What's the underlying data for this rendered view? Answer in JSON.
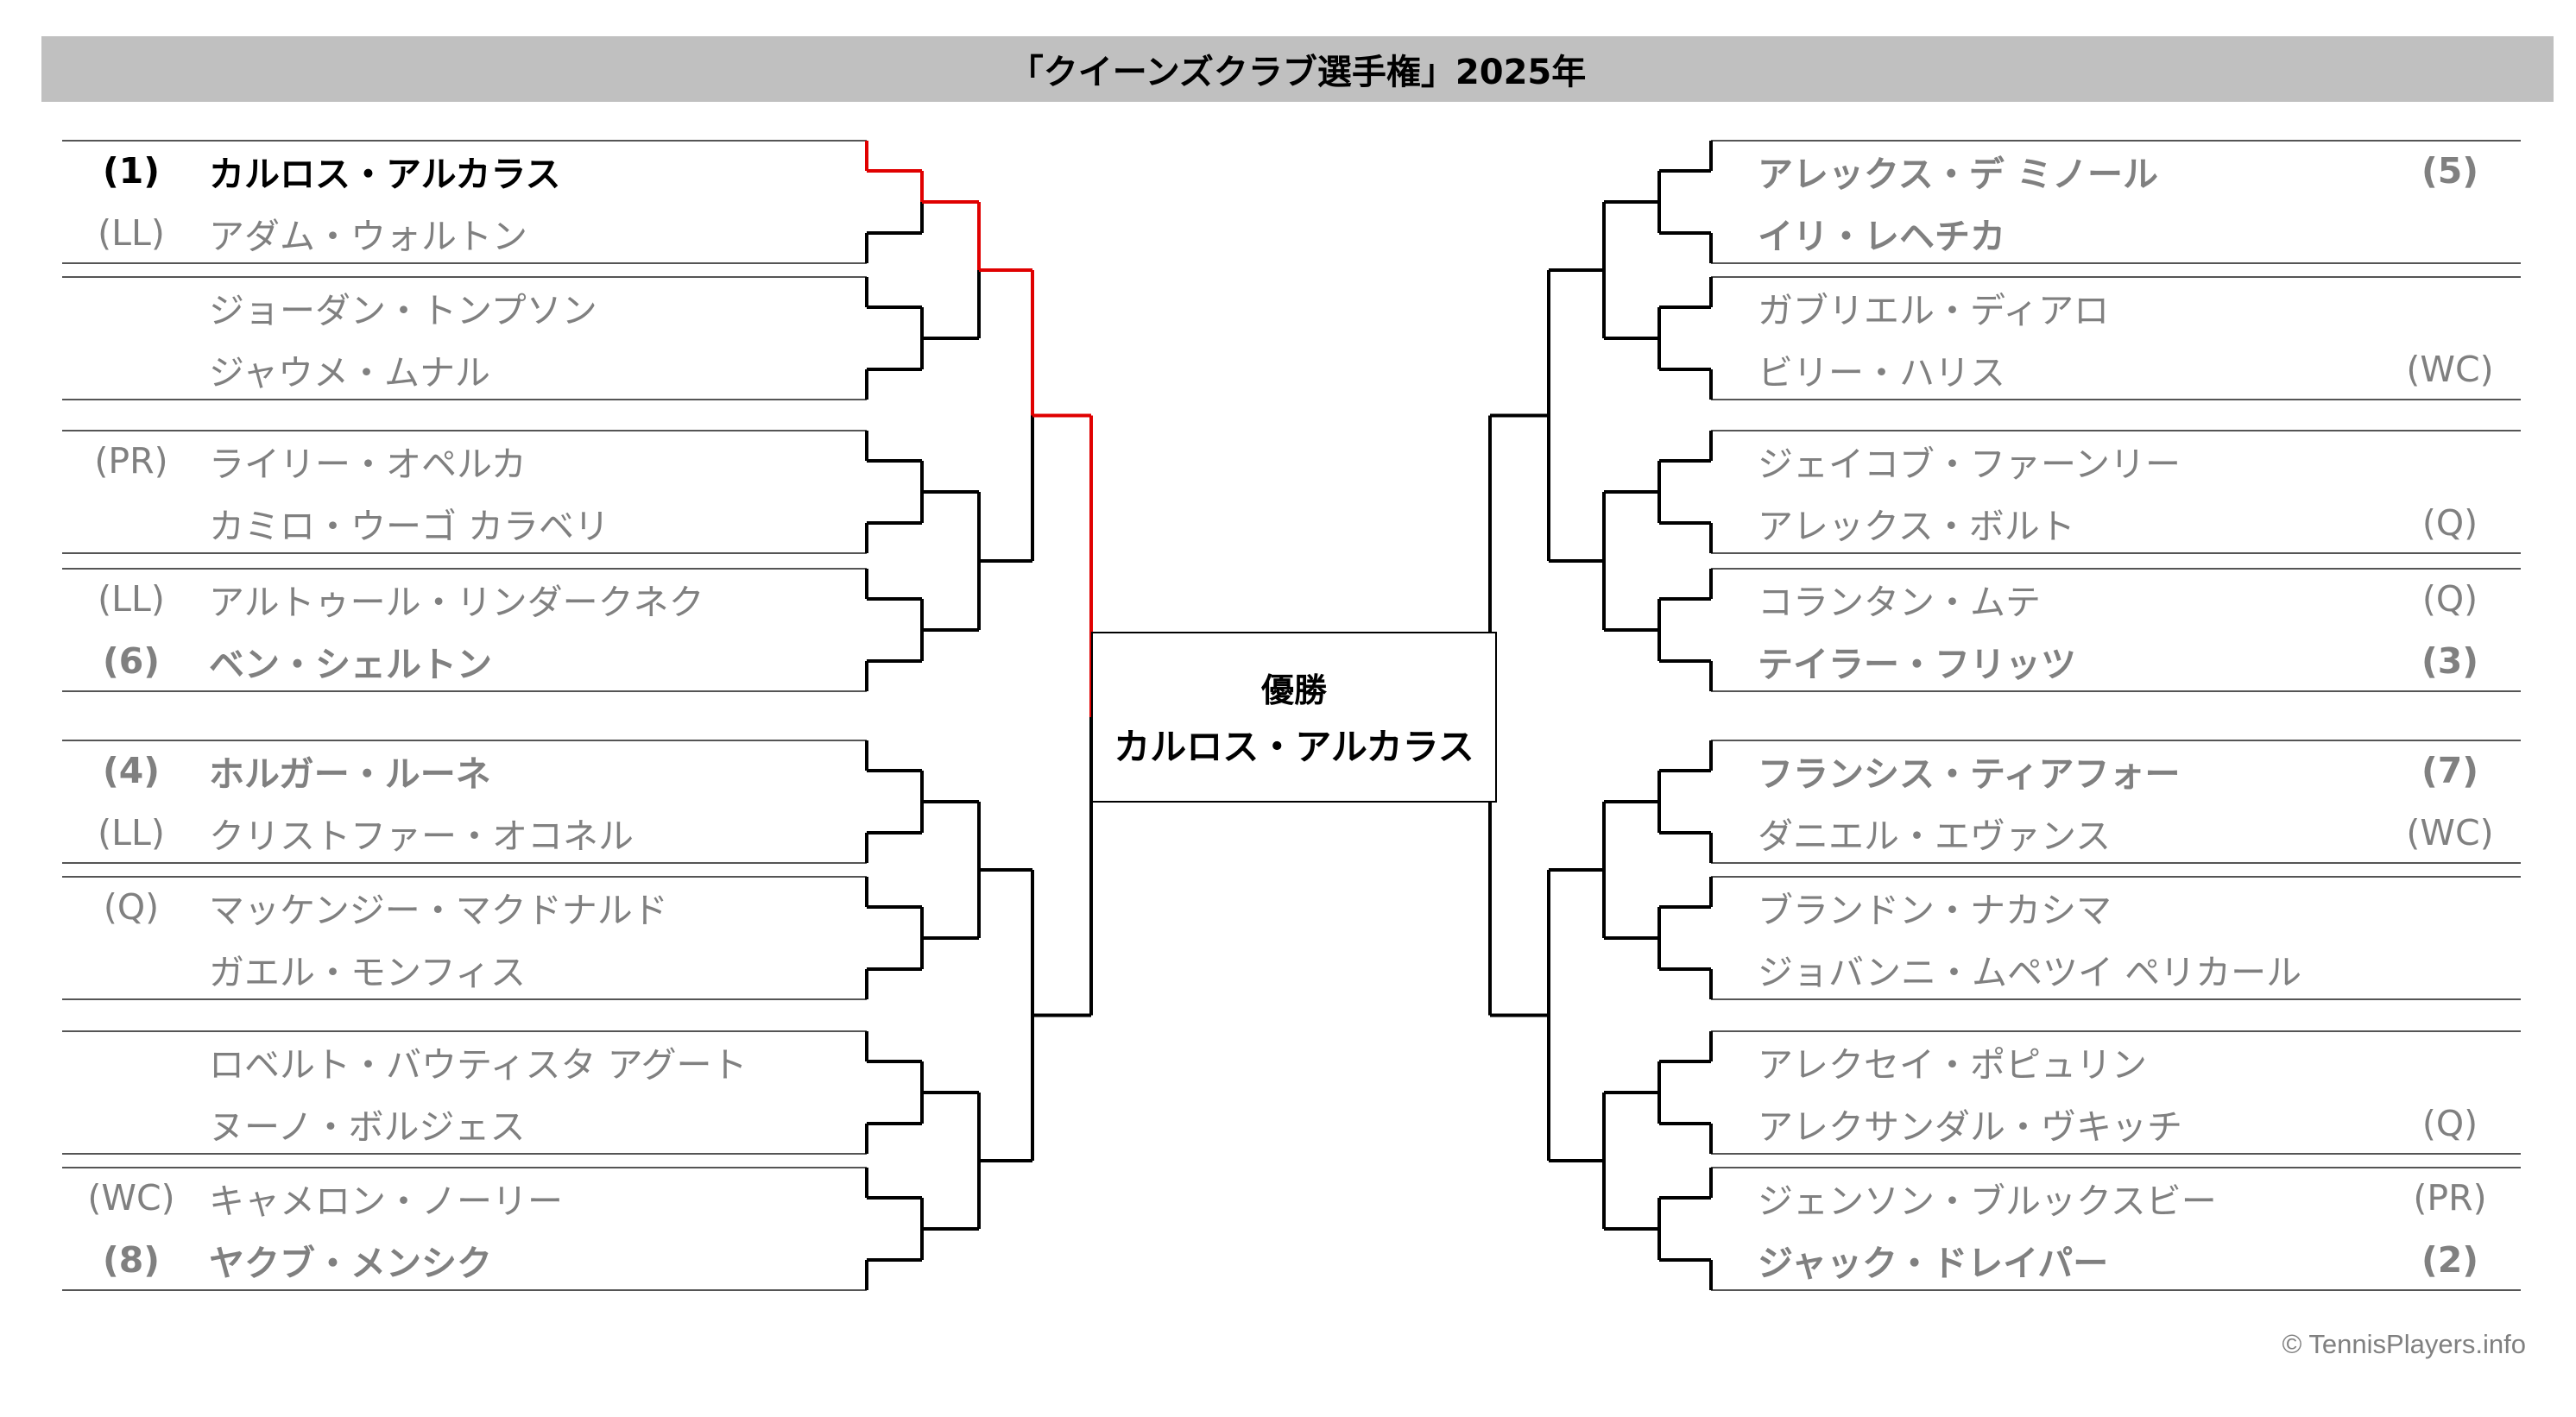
{
  "title": "「クイーンズクラブ選手権」2025年",
  "champion": {
    "label": "優勝",
    "name": "カルロス・アルカラス"
  },
  "copyright": "© TennisPlayers.info",
  "left": [
    {
      "seed": "(1)",
      "name": "カルロス・アルカラス",
      "bold": true,
      "winner": true
    },
    {
      "seed": "(LL)",
      "name": "アダム・ウォルトン",
      "bold": false
    },
    {
      "seed": "",
      "name": "ジョーダン・トンプソン",
      "bold": false
    },
    {
      "seed": "",
      "name": "ジャウメ・ムナル",
      "bold": false
    },
    {
      "seed": "(PR)",
      "name": "ライリー・オペルカ",
      "bold": false
    },
    {
      "seed": "",
      "name": "カミロ・ウーゴ カラベリ",
      "bold": false
    },
    {
      "seed": "(LL)",
      "name": "アルトゥール・リンダークネク",
      "bold": false
    },
    {
      "seed": "(6)",
      "name": "ベン・シェルトン",
      "bold": true
    },
    {
      "seed": "(4)",
      "name": "ホルガー・ルーネ",
      "bold": true
    },
    {
      "seed": "(LL)",
      "name": "クリストファー・オコネル",
      "bold": false
    },
    {
      "seed": "(Q)",
      "name": "マッケンジー・マクドナルド",
      "bold": false
    },
    {
      "seed": "",
      "name": "ガエル・モンフィス",
      "bold": false
    },
    {
      "seed": "",
      "name": "ロベルト・バウティスタ アグート",
      "bold": false
    },
    {
      "seed": "",
      "name": "ヌーノ・ボルジェス",
      "bold": false
    },
    {
      "seed": "(WC)",
      "name": "キャメロン・ノーリー",
      "bold": false
    },
    {
      "seed": "(8)",
      "name": "ヤクブ・メンシク",
      "bold": true
    }
  ],
  "right": [
    {
      "seed": "(5)",
      "name": "アレックス・デ ミノール",
      "bold": true
    },
    {
      "seed": "",
      "name": "イリ・レヘチカ",
      "bold": true
    },
    {
      "seed": "",
      "name": "ガブリエル・ディアロ",
      "bold": false
    },
    {
      "seed": "(WC)",
      "name": "ビリー・ハリス",
      "bold": false
    },
    {
      "seed": "",
      "name": "ジェイコブ・ファーンリー",
      "bold": false
    },
    {
      "seed": "(Q)",
      "name": "アレックス・ボルト",
      "bold": false
    },
    {
      "seed": "(Q)",
      "name": "コランタン・ムテ",
      "bold": false
    },
    {
      "seed": "(3)",
      "name": "テイラー・フリッツ",
      "bold": true
    },
    {
      "seed": "(7)",
      "name": "フランシス・ティアフォー",
      "bold": true
    },
    {
      "seed": "(WC)",
      "name": "ダニエル・エヴァンス",
      "bold": false
    },
    {
      "seed": "",
      "name": "ブランドン・ナカシマ",
      "bold": false
    },
    {
      "seed": "",
      "name": "ジョバンニ・ムペツイ ペリカール",
      "bold": false
    },
    {
      "seed": "",
      "name": "アレクセイ・ポピュリン",
      "bold": false
    },
    {
      "seed": "(Q)",
      "name": "アレクサンダル・ヴキッチ",
      "bold": false
    },
    {
      "seed": "(PR)",
      "name": "ジェンソン・ブルックスビー",
      "bold": false
    },
    {
      "seed": "(2)",
      "name": "ジャック・ドレイパー",
      "bold": true
    }
  ]
}
